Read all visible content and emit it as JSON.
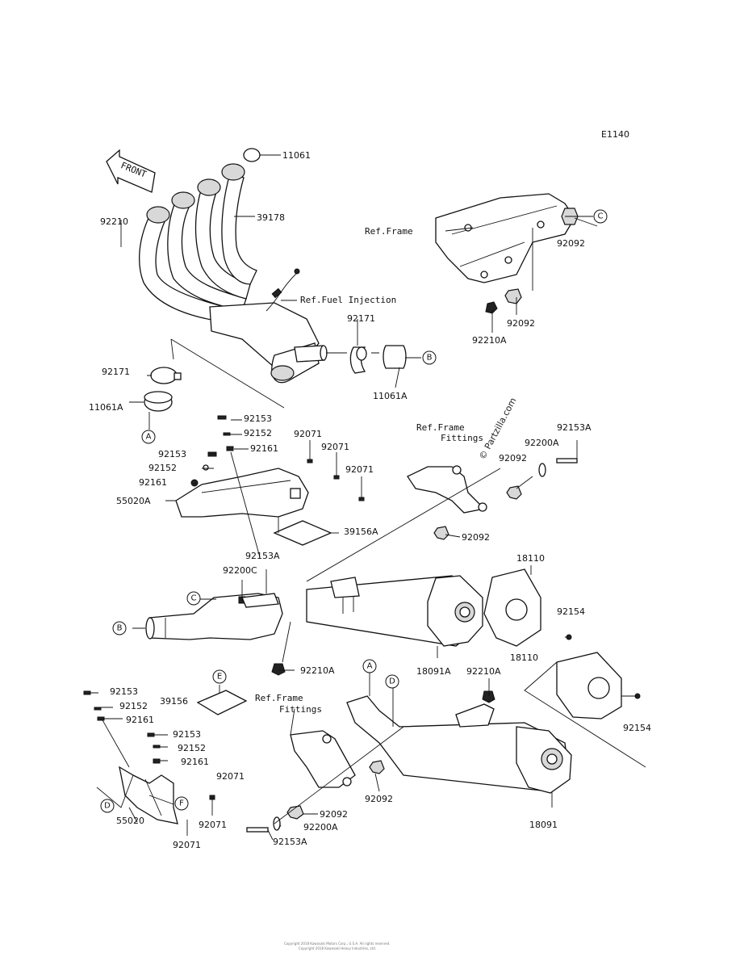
{
  "diagram_code": "E1140",
  "front_arrow": "FRONT",
  "watermark": "© Partzilla.com",
  "footer": [
    "Copyright 2018 Kawasaki Motors Corp., U.S.A. All rights reserved.",
    "Copyright 2018 Kawasaki Heavy Industries, Ltd."
  ],
  "refs": {
    "frame_top": "Ref.Frame",
    "fuel_injection": "Ref.Fuel Injection",
    "frame_fittings_right_1": "Ref.Frame",
    "frame_fittings_right_2": "Fittings",
    "frame_fittings_left_1": "Ref.Frame",
    "frame_fittings_left_2": "Fittings"
  },
  "callouts": {
    "A": "A",
    "B": "B",
    "C": "C",
    "D": "D",
    "E": "E",
    "F": "F"
  },
  "parts": {
    "p11061_top": "11061",
    "p39178": "39178",
    "p92210_top": "92210",
    "p92092_top": "92092",
    "p92092_mid": "92092",
    "p92210A_top": "92210A",
    "p92171_pipe": "92171",
    "p11061A_pipe": "11061A",
    "p92171_left": "92171",
    "p11061A_left": "11061A",
    "p92153_a": "92153",
    "p92152_a": "92152",
    "p92071_a": "92071",
    "p92153_b": "92153",
    "p92161_a": "92161",
    "p92071_b": "92071",
    "p92152_b": "92152",
    "p92071_c": "92071",
    "p92161_b": "92161",
    "p55020A": "55020A",
    "p39156A": "39156A",
    "p92153A_a": "92153A",
    "p92200A_a": "92200A",
    "p92092_r": "92092",
    "p92092_r2": "92092",
    "p92153A_mid": "92153A",
    "p92200C": "92200C",
    "p18110_a": "18110",
    "p92154_a": "92154",
    "p18091A": "18091A",
    "p92210A_mid": "92210A",
    "p92210A_low": "92210A",
    "p18110_b": "18110",
    "p92154_b": "92154",
    "p18091": "18091",
    "p92153_c": "92153",
    "p92152_c": "92152",
    "p92161_c": "92161",
    "p39156": "39156",
    "p92153_d": "92153",
    "p92152_d": "92152",
    "p92161_d": "92161",
    "p92071_d": "92071",
    "p92071_e": "92071",
    "p55020": "55020",
    "p92071_f": "92071",
    "p92092_low": "92092",
    "p92092_low2": "92092",
    "p92200A_low": "92200A",
    "p92153A_low": "92153A"
  }
}
